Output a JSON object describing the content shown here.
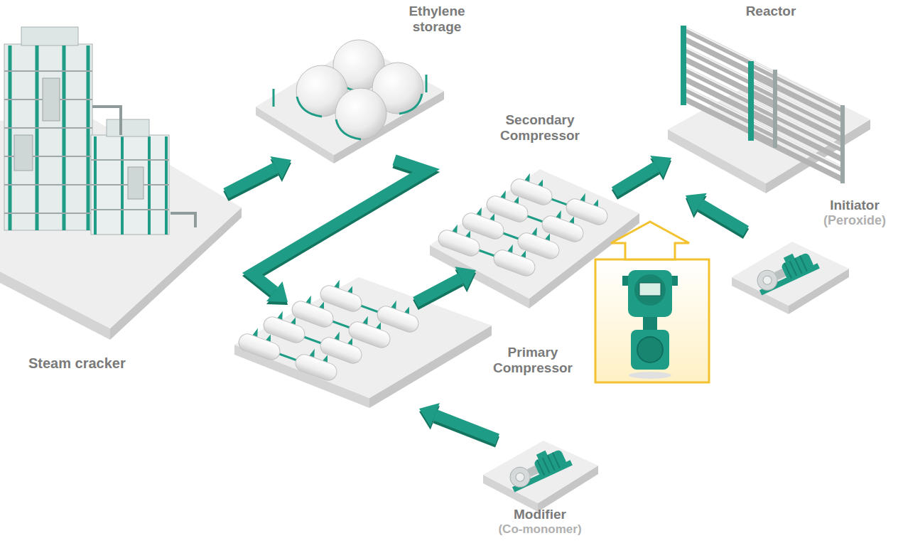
{
  "diagram": {
    "nodes": [
      {
        "text": [
          "Steam cracker"
        ]
      },
      {
        "text": [
          "Ethylene storage"
        ]
      },
      {
        "text": [
          "Primary Compressor"
        ]
      },
      {
        "text": [
          "Secondary Compressor"
        ]
      },
      {
        "text": [
          "Reactor"
        ]
      },
      {
        "text": [
          "Initiator",
          "(Peroxide)"
        ]
      },
      {
        "text": [
          "Modifier",
          "(Co-monomer)"
        ]
      }
    ],
    "edges": [
      {
        "from": 0,
        "to": 1,
        "arrow": "to"
      },
      {
        "from": 1,
        "to": 2,
        "arrow": "to"
      },
      {
        "from": 6,
        "to": 2,
        "arrow": "to"
      },
      {
        "from": 2,
        "to": 3,
        "arrow": "to"
      },
      {
        "from": 3,
        "to": 4,
        "arrow": "to"
      },
      {
        "from": 5,
        "to": 4,
        "arrow": "to"
      }
    ]
  }
}
